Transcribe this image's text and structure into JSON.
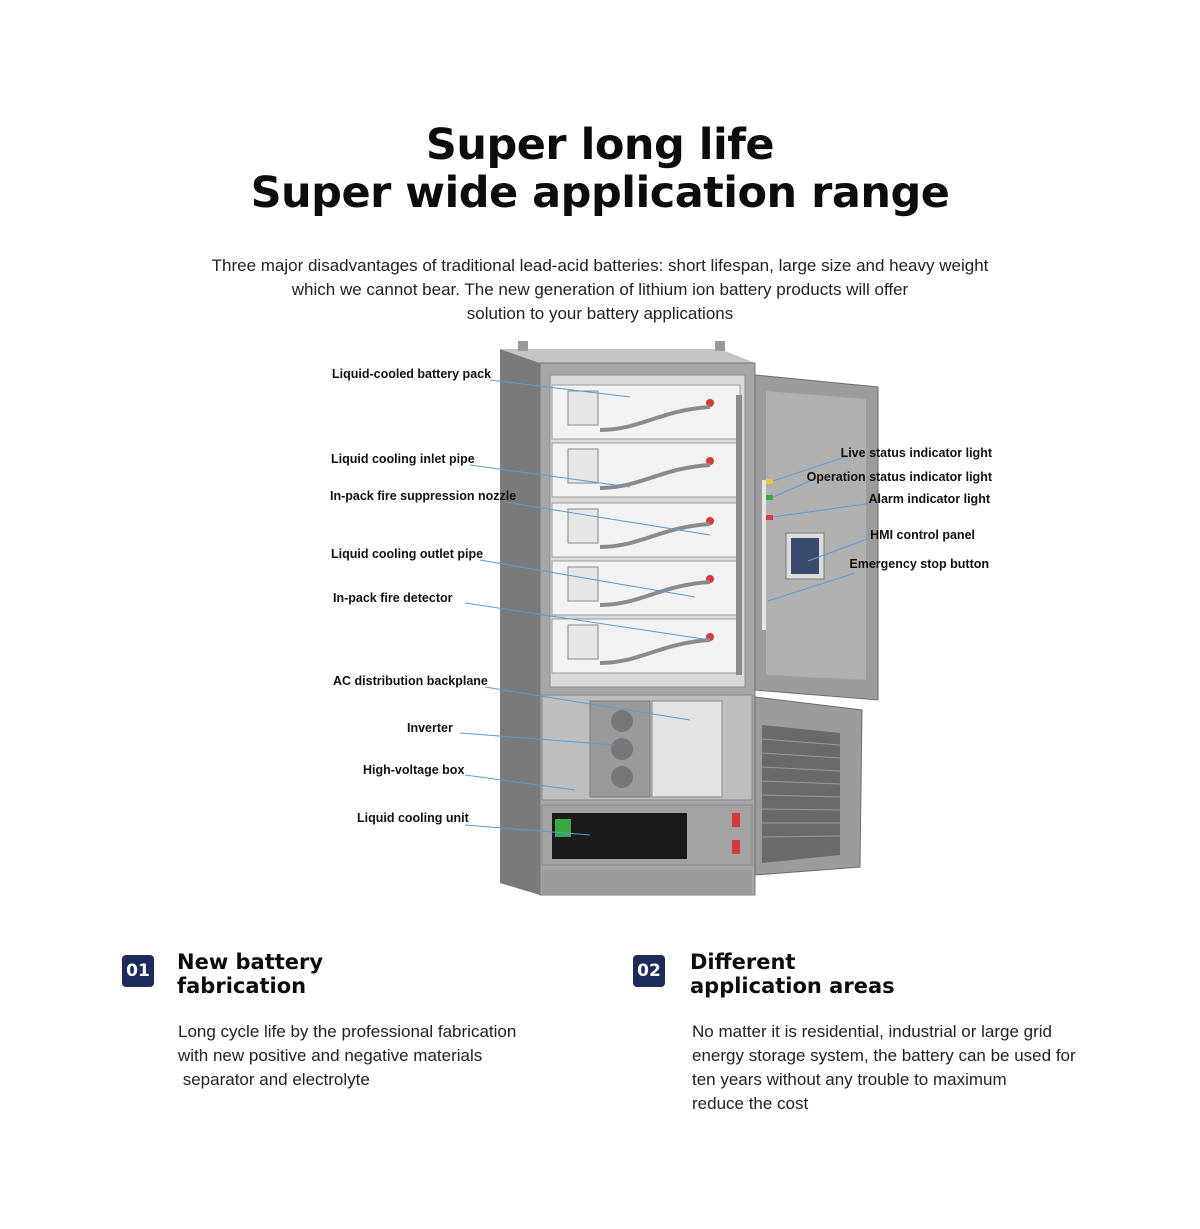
{
  "headline": {
    "line1": "Super long life",
    "line2": "Super wide application range"
  },
  "intro": {
    "lines": [
      "Three major disadvantages of traditional lead-acid batteries: short lifespan, large size and heavy weight",
      "which we cannot bear. The new generation of lithium ion battery products will offer",
      "solution to your battery applications"
    ]
  },
  "diagram": {
    "left_labels": [
      "Liquid-cooled battery pack",
      "Liquid cooling inlet pipe",
      "In-pack fire suppression nozzle",
      "Liquid cooling outlet pipe",
      "In-pack fire detector",
      "AC distribution backplane",
      "Inverter",
      "High-voltage box",
      "Liquid cooling unit"
    ],
    "right_labels": [
      "Live status indicator light",
      "Operation status indicator light",
      "Alarm indicator light",
      "HMI control panel",
      "Emergency stop button"
    ],
    "indicator_colors": [
      "#e8c531",
      "#3aa845",
      "#d63a3a"
    ],
    "leader_color": "#5b9bd5"
  },
  "features": [
    {
      "number": "01",
      "title_lines": [
        "New battery",
        "fabrication"
      ],
      "text_lines": [
        "Long cycle life by the professional fabrication",
        "with new positive and negative materials",
        " separator and electrolyte"
      ]
    },
    {
      "number": "02",
      "title_lines": [
        "Different",
        "application areas"
      ],
      "text_lines": [
        "No matter it is residential, industrial or large grid",
        "energy storage system, the battery can be used for",
        "ten years without any trouble to maximum",
        "reduce the cost"
      ]
    }
  ],
  "colors": {
    "badge": "#1c2b5a",
    "cabinet": "#a9a9a9",
    "cabinet_dark": "#6e6e6e"
  }
}
